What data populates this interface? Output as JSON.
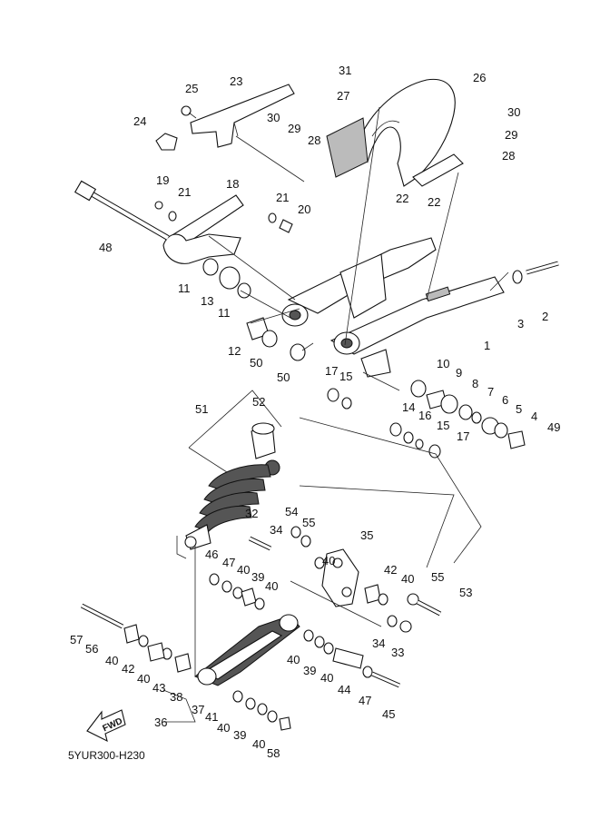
{
  "diagram": {
    "code": "5YUR300-H230",
    "fwd_label": "FWD",
    "callouts": [
      "1",
      "2",
      "3",
      "4",
      "5",
      "6",
      "7",
      "8",
      "9",
      "10",
      "11",
      "12",
      "13",
      "14",
      "15",
      "16",
      "17",
      "18",
      "19",
      "20",
      "21",
      "22",
      "23",
      "24",
      "25",
      "26",
      "27",
      "28",
      "29",
      "30",
      "31",
      "32",
      "33",
      "34",
      "35",
      "36",
      "37",
      "38",
      "39",
      "40",
      "41",
      "42",
      "43",
      "44",
      "45",
      "46",
      "47",
      "48",
      "49",
      "50",
      "51",
      "52",
      "53",
      "54",
      "55",
      "56",
      "57",
      "58"
    ]
  },
  "labels": [
    {
      "id": "l31",
      "text": "31"
    },
    {
      "id": "l26",
      "text": "26"
    },
    {
      "id": "l27",
      "text": "27"
    },
    {
      "id": "l30a",
      "text": "30"
    },
    {
      "id": "l29a",
      "text": "29"
    },
    {
      "id": "l28a",
      "text": "28"
    },
    {
      "id": "l30b",
      "text": "30"
    },
    {
      "id": "l29b",
      "text": "29"
    },
    {
      "id": "l28b",
      "text": "28"
    },
    {
      "id": "l25",
      "text": "25"
    },
    {
      "id": "l23",
      "text": "23"
    },
    {
      "id": "l24",
      "text": "24"
    },
    {
      "id": "l19",
      "text": "19"
    },
    {
      "id": "l21a",
      "text": "21"
    },
    {
      "id": "l18",
      "text": "18"
    },
    {
      "id": "l21b",
      "text": "21"
    },
    {
      "id": "l20",
      "text": "20"
    },
    {
      "id": "l22a",
      "text": "22"
    },
    {
      "id": "l22b",
      "text": "22"
    },
    {
      "id": "l48",
      "text": "48"
    },
    {
      "id": "l11a",
      "text": "11"
    },
    {
      "id": "l13",
      "text": "13"
    },
    {
      "id": "l11b",
      "text": "11"
    },
    {
      "id": "l3",
      "text": "3"
    },
    {
      "id": "l2",
      "text": "2"
    },
    {
      "id": "l1",
      "text": "1"
    },
    {
      "id": "l12",
      "text": "12"
    },
    {
      "id": "l50a",
      "text": "50"
    },
    {
      "id": "l50b",
      "text": "50"
    },
    {
      "id": "l17a",
      "text": "17"
    },
    {
      "id": "l15a",
      "text": "15"
    },
    {
      "id": "l10",
      "text": "10"
    },
    {
      "id": "l9",
      "text": "9"
    },
    {
      "id": "l8",
      "text": "8"
    },
    {
      "id": "l7",
      "text": "7"
    },
    {
      "id": "l6",
      "text": "6"
    },
    {
      "id": "l5",
      "text": "5"
    },
    {
      "id": "l4",
      "text": "4"
    },
    {
      "id": "l49",
      "text": "49"
    },
    {
      "id": "l14",
      "text": "14"
    },
    {
      "id": "l16",
      "text": "16"
    },
    {
      "id": "l15b",
      "text": "15"
    },
    {
      "id": "l17b",
      "text": "17"
    },
    {
      "id": "l51",
      "text": "51"
    },
    {
      "id": "l52",
      "text": "52"
    },
    {
      "id": "l32",
      "text": "32"
    },
    {
      "id": "l54",
      "text": "54"
    },
    {
      "id": "l55a",
      "text": "55"
    },
    {
      "id": "l34a",
      "text": "34"
    },
    {
      "id": "l35",
      "text": "35"
    },
    {
      "id": "l40a",
      "text": "40"
    },
    {
      "id": "l46",
      "text": "46"
    },
    {
      "id": "l47a",
      "text": "47"
    },
    {
      "id": "l40b",
      "text": "40"
    },
    {
      "id": "l39a",
      "text": "39"
    },
    {
      "id": "l40c",
      "text": "40"
    },
    {
      "id": "l42a",
      "text": "42"
    },
    {
      "id": "l40d",
      "text": "40"
    },
    {
      "id": "l55b",
      "text": "55"
    },
    {
      "id": "l53",
      "text": "53"
    },
    {
      "id": "l57",
      "text": "57"
    },
    {
      "id": "l56",
      "text": "56"
    },
    {
      "id": "l40e",
      "text": "40"
    },
    {
      "id": "l42b",
      "text": "42"
    },
    {
      "id": "l40f",
      "text": "40"
    },
    {
      "id": "l43",
      "text": "43"
    },
    {
      "id": "l34b",
      "text": "34"
    },
    {
      "id": "l33",
      "text": "33"
    },
    {
      "id": "l40g",
      "text": "40"
    },
    {
      "id": "l39b",
      "text": "39"
    },
    {
      "id": "l40h",
      "text": "40"
    },
    {
      "id": "l44",
      "text": "44"
    },
    {
      "id": "l47b",
      "text": "47"
    },
    {
      "id": "l38",
      "text": "38"
    },
    {
      "id": "l37",
      "text": "37"
    },
    {
      "id": "l36",
      "text": "36"
    },
    {
      "id": "l41",
      "text": "41"
    },
    {
      "id": "l40i",
      "text": "40"
    },
    {
      "id": "l39c",
      "text": "39"
    },
    {
      "id": "l45",
      "text": "45"
    },
    {
      "id": "l40j",
      "text": "40"
    },
    {
      "id": "l58",
      "text": "58"
    }
  ]
}
